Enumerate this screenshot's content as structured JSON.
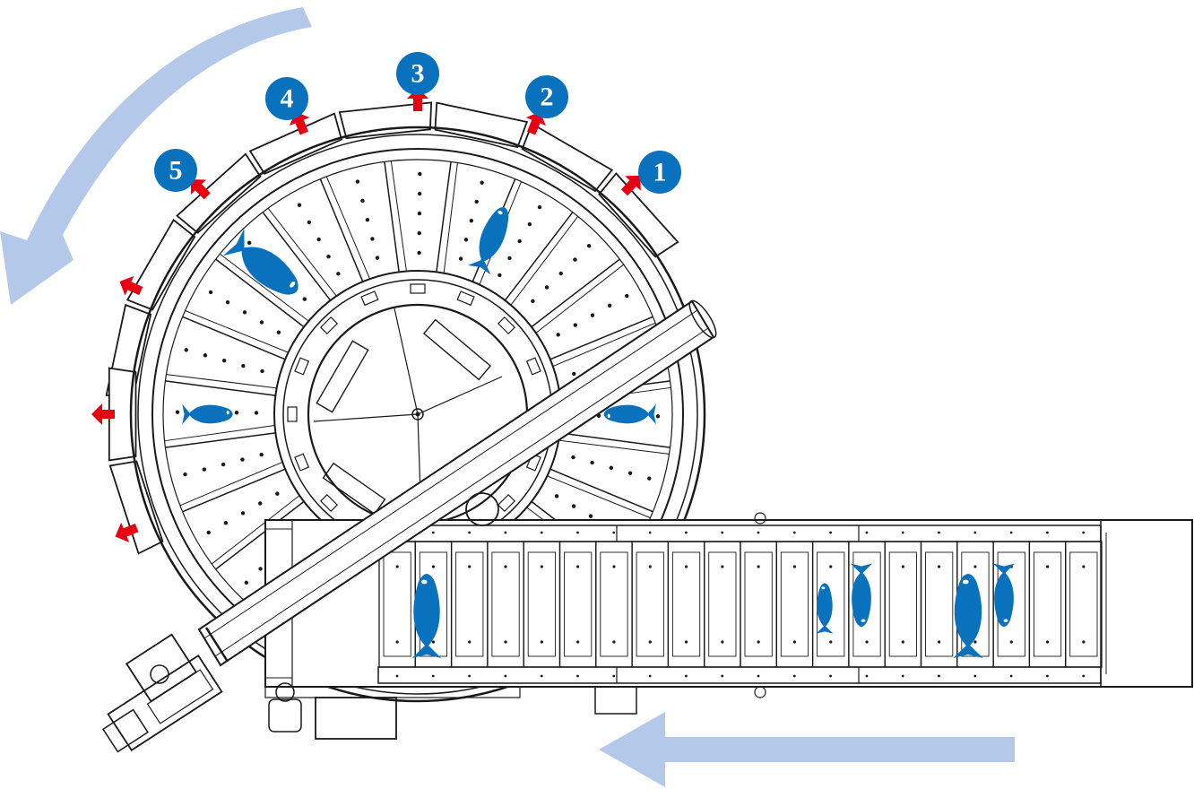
{
  "colors": {
    "line": "#1a1a1a",
    "fish": "#0a72bd",
    "badge": "#0a72bd",
    "arrow_out": "#e60012",
    "flow_arrow": "#b4c9ea",
    "background": "#ffffff"
  },
  "outlets": [
    {
      "number": "1"
    },
    {
      "number": "2"
    },
    {
      "number": "3"
    },
    {
      "number": "4"
    },
    {
      "number": "5"
    }
  ],
  "icons": {
    "fish": "fish-icon",
    "outlet_arrow": "red-arrow-icon",
    "rotation": "rotation-arrow-icon",
    "conveyor_direction": "conveyor-direction-arrow-icon"
  },
  "wheel_fish_count": 4,
  "conveyor_fish_count": 5,
  "conveyor_slats": 20
}
